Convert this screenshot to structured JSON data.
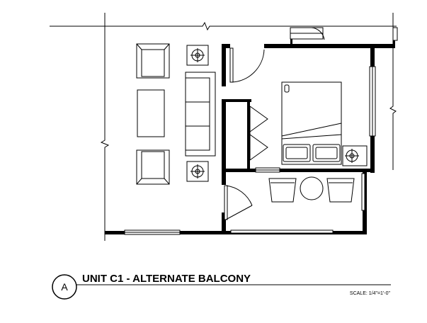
{
  "drawing": {
    "badge": "A",
    "title": "UNIT C1 - ALTERNATE BALCONY",
    "scale": "SCALE: 1/4\"=1'-0\""
  },
  "colors": {
    "line": "#000000",
    "wall": "#000000",
    "paper": "#ffffff"
  }
}
